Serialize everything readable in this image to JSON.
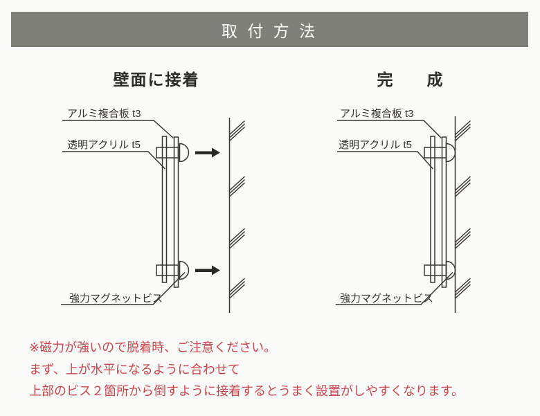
{
  "banner": {
    "title": "取 付 方 法",
    "bg_color": "#80807a",
    "text_color": "#ffffff"
  },
  "left_diagram": {
    "title": "壁面に接着",
    "labels": {
      "aluminum": "アルミ複合板 t3",
      "acrylic": "透明アクリル t5",
      "magnet": "強力マグネットビス"
    }
  },
  "right_diagram": {
    "title": "完　成",
    "labels": {
      "aluminum": "アルミ複合板 t3",
      "acrylic": "透明アクリル t5",
      "magnet": "強力マグネットビス"
    }
  },
  "notes": {
    "text_color": "#cc454e",
    "lines": [
      "※磁力が強いので脱着時、ご注意ください。",
      "まず、上が水平になるように合わせて",
      "上部のビス２箇所から倒すように接着するとうまく設置がしやすくなります。"
    ]
  },
  "colors": {
    "line": "#38352f",
    "background": "#fafaf8"
  }
}
